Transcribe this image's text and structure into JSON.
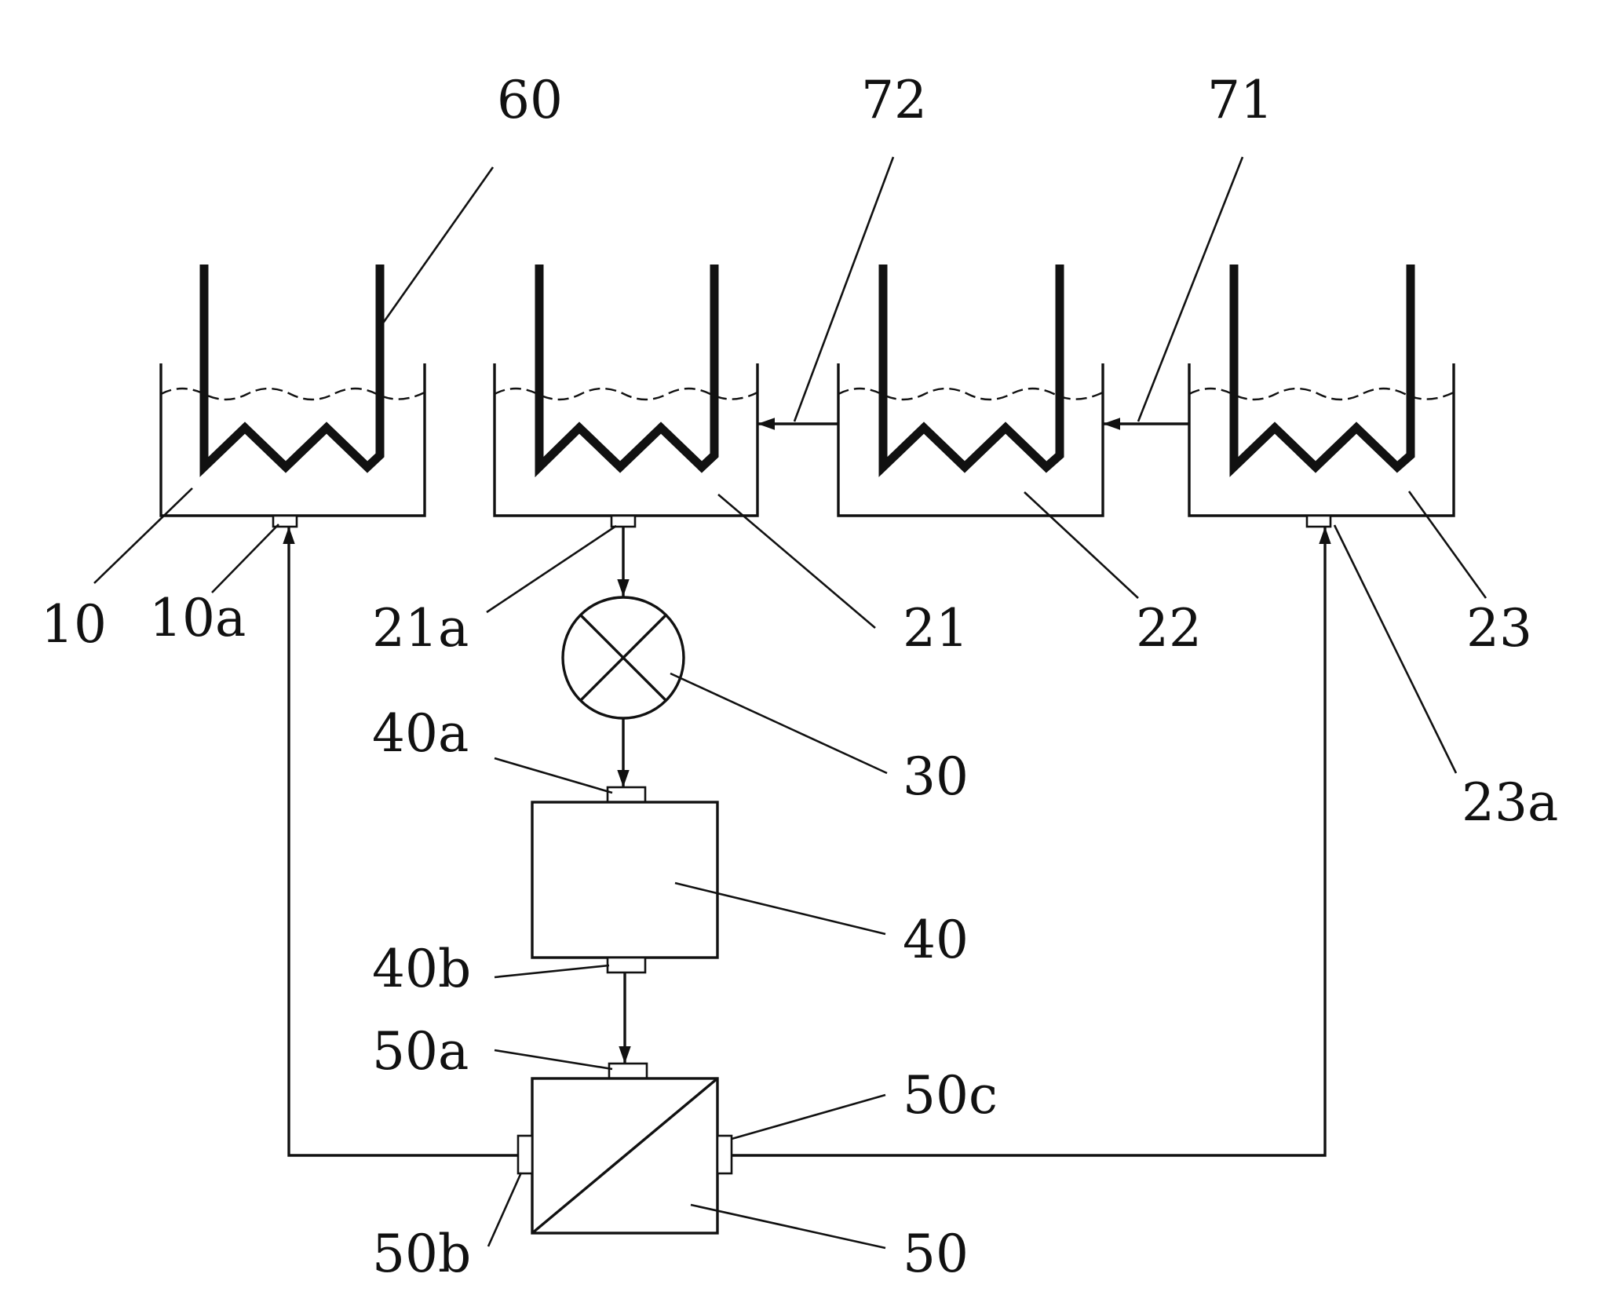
{
  "labels": {
    "r60": "60",
    "r72": "72",
    "r71": "71",
    "r10": "10",
    "r10a": "10a",
    "r21a": "21a",
    "r21": "21",
    "r22": "22",
    "r23": "23",
    "r23a": "23a",
    "r30": "30",
    "r40a": "40a",
    "r40": "40",
    "r40b": "40b",
    "r50a": "50a",
    "r50c": "50c",
    "r50b": "50b",
    "r50": "50"
  },
  "colors": {
    "line": "#111111",
    "background": "#ffffff"
  }
}
